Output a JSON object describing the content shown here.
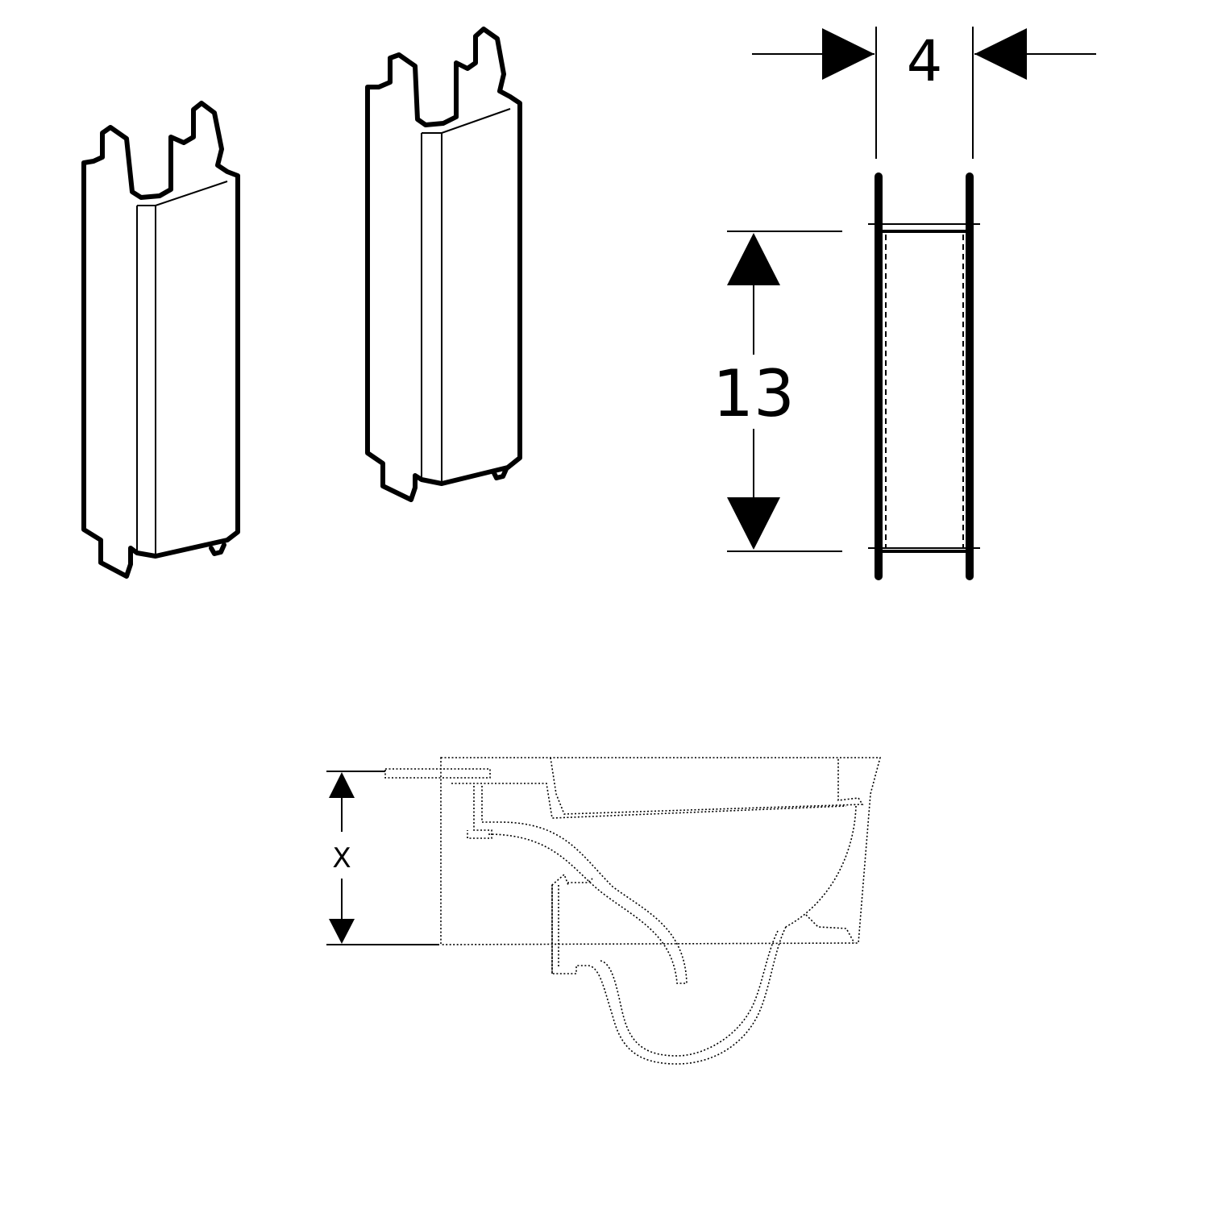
{
  "dimensions": {
    "width_label": "4",
    "height_label": "13",
    "mounting_height_label": "X"
  },
  "colors": {
    "line": "#000000",
    "background": "#ffffff"
  }
}
